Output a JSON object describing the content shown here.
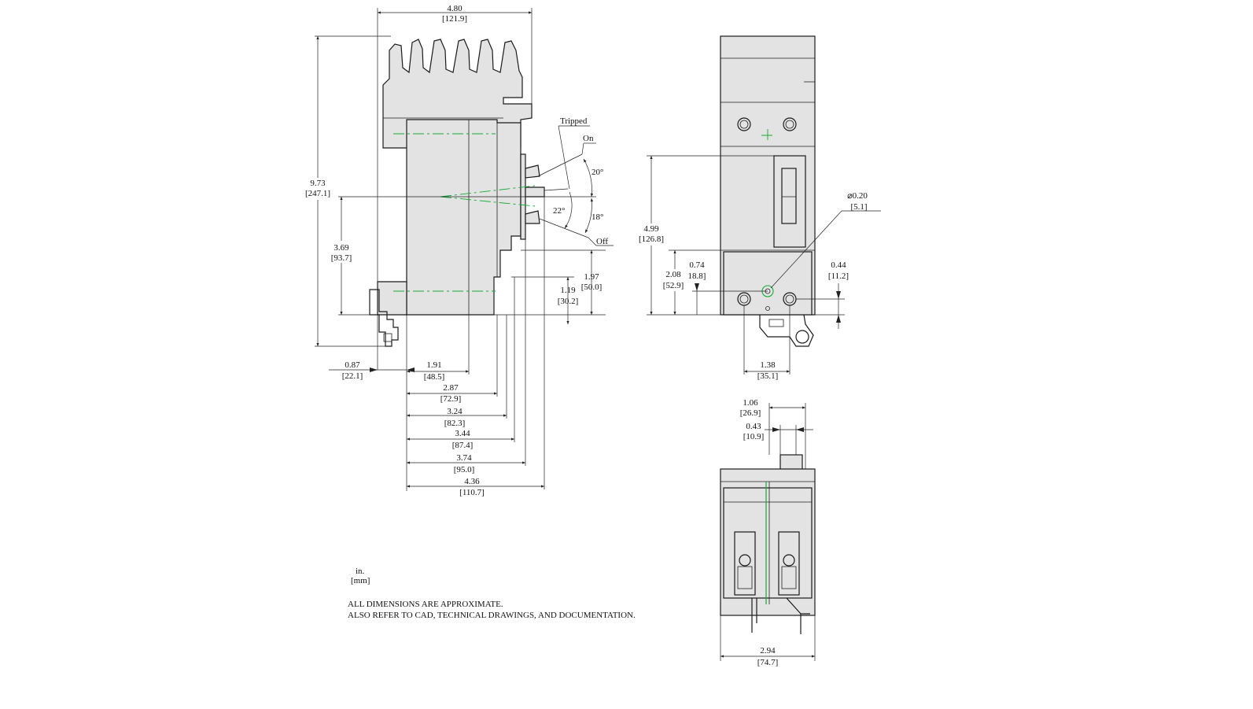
{
  "units": {
    "primary": "in.",
    "secondary": "[mm]"
  },
  "notes": {
    "line1": "ALL DIMENSIONS ARE APPROXIMATE.",
    "line2": "ALSO REFER TO CAD, TECHNICAL DRAWINGS, AND DOCUMENTATION."
  },
  "handle_positions": {
    "tripped": "Tripped",
    "on": "On",
    "off": "Off"
  },
  "handle_angles": {
    "on": "20°",
    "off": "18°",
    "tripped": "22°"
  },
  "side_view_dims": {
    "overall_width": {
      "in": "4.80",
      "mm": "[121.9]"
    },
    "overall_height": {
      "in": "9.73",
      "mm": "[247.1]"
    },
    "handle_center_height": {
      "in": "3.69",
      "mm": "[93.7]"
    },
    "handle_height_a": {
      "in": "1.97",
      "mm": "[50.0]"
    },
    "handle_height_b": {
      "in": "1.19",
      "mm": "[30.2]"
    },
    "rear_offset": {
      "in": "0.87",
      "mm": "[22.1]"
    },
    "depth_1": {
      "in": "1.91",
      "mm": "[48.5]"
    },
    "depth_2": {
      "in": "2.87",
      "mm": "[72.9]"
    },
    "depth_3": {
      "in": "3.24",
      "mm": "[82.3]"
    },
    "depth_4": {
      "in": "3.44",
      "mm": "[87.4]"
    },
    "depth_5": {
      "in": "3.74",
      "mm": "[95.0]"
    },
    "depth_6": {
      "in": "4.36",
      "mm": "[110.7]"
    }
  },
  "front_view_dims": {
    "handle_top_height": {
      "in": "4.99",
      "mm": "[126.8]"
    },
    "hole_diameter": {
      "in": "⌀0.20",
      "mm": "[5.1]"
    },
    "hole_height": {
      "in": "2.08",
      "mm": "[52.9]"
    },
    "hole_offset": {
      "in": "0.74",
      "mm": "18.8]"
    },
    "lug_offset": {
      "in": "0.44",
      "mm": "[11.2]"
    },
    "lug_spacing": {
      "in": "1.38",
      "mm": "[35.1]"
    }
  },
  "bottom_view_dims": {
    "tab_width": {
      "in": "1.06",
      "mm": "[26.9]"
    },
    "tab_inner": {
      "in": "0.43",
      "mm": "[10.9]"
    },
    "overall_width": {
      "in": "2.94",
      "mm": "[74.7]"
    }
  }
}
